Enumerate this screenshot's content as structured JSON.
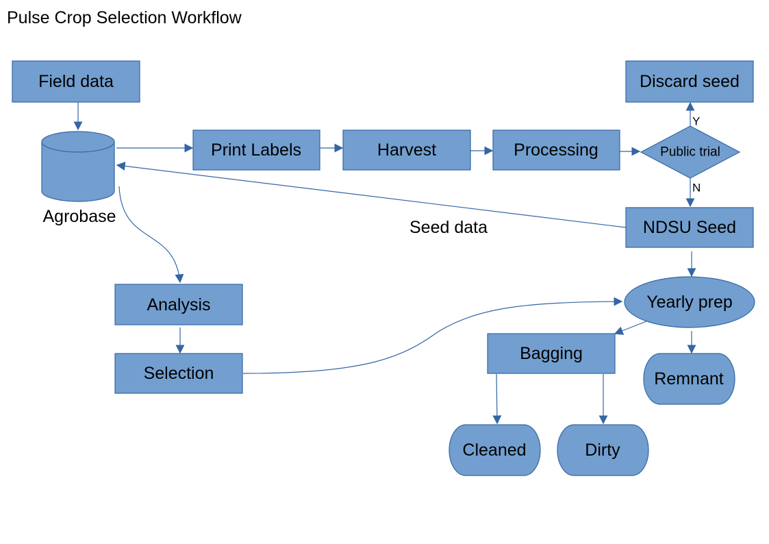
{
  "title": "Pulse Crop Selection Workflow",
  "nodes": {
    "field_data": "Field data",
    "agrobase": "Agrobase",
    "print_labels": "Print Labels",
    "harvest": "Harvest",
    "processing": "Processing",
    "public_trial": "Public trial",
    "discard_seed": "Discard seed",
    "ndsu_seed": "NDSU Seed",
    "analysis": "Analysis",
    "selection": "Selection",
    "yearly_prep": "Yearly prep",
    "bagging": "Bagging",
    "remnant": "Remnant",
    "cleaned": "Cleaned",
    "dirty": "Dirty"
  },
  "edge_labels": {
    "seed_data": "Seed data",
    "yes": "Y",
    "no": "N"
  },
  "colors": {
    "fill": "#729fcf",
    "stroke": "#3465a4",
    "text": "#000000",
    "background": "#ffffff"
  }
}
